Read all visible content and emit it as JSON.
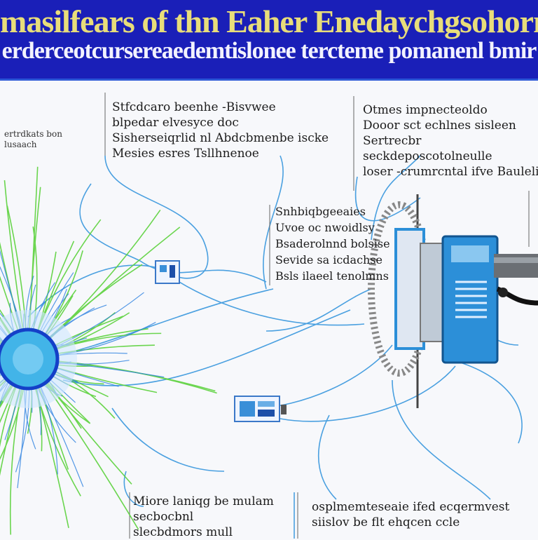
{
  "header": {
    "title": "masilfears of thn Eaher Enedaychgsohormaibe",
    "subtitle": "erderceotcursereaedemtislonee tercteme pomanenl bmir"
  },
  "callouts": {
    "top_left_small": [
      "ertrdkats bon",
      "lusaach"
    ],
    "top_center": [
      "Stfcdcaro beenhe -Bisvwee",
      "blpedar elvesyce doc",
      "Sisherseiqrlid nl Abdcbmenbe iscke",
      "Mesies esres Tsllhnenoe"
    ],
    "top_right": [
      "Otmes impnecteoldo",
      "Dooor sct echlnes sisleen",
      "Sertrecbr",
      "seckdeposcotolneulle",
      "loser -crumrcntal ifve Bauleli"
    ],
    "middle": [
      "Snhbiqbgeeaies",
      "Uvoe oc nwoidlsy",
      "Bsaderolnnd bolsise",
      "Sevide sa icdachse",
      "Bsls ilaeel tenolmns"
    ],
    "bottom_left": [
      "Miore laniqg be mulam",
      "secbocbnl",
      "slecbdmors mull"
    ],
    "bottom_right": [
      "osplmemteseaie ifed ecqermvest",
      "siislov be flt ehqcen ccle"
    ]
  },
  "colors": {
    "banner_bg": "#1a1fb8",
    "banner_title": "#e8dd7a",
    "wire": "#4aa0e0",
    "burst_green": "#5bd23c",
    "burst_blue": "#2a7fe0",
    "device_blue": "#2c8fd8"
  },
  "icons": [
    "sun-burst-icon",
    "small-panel-icon",
    "device-icon",
    "plug-cable-icon"
  ]
}
